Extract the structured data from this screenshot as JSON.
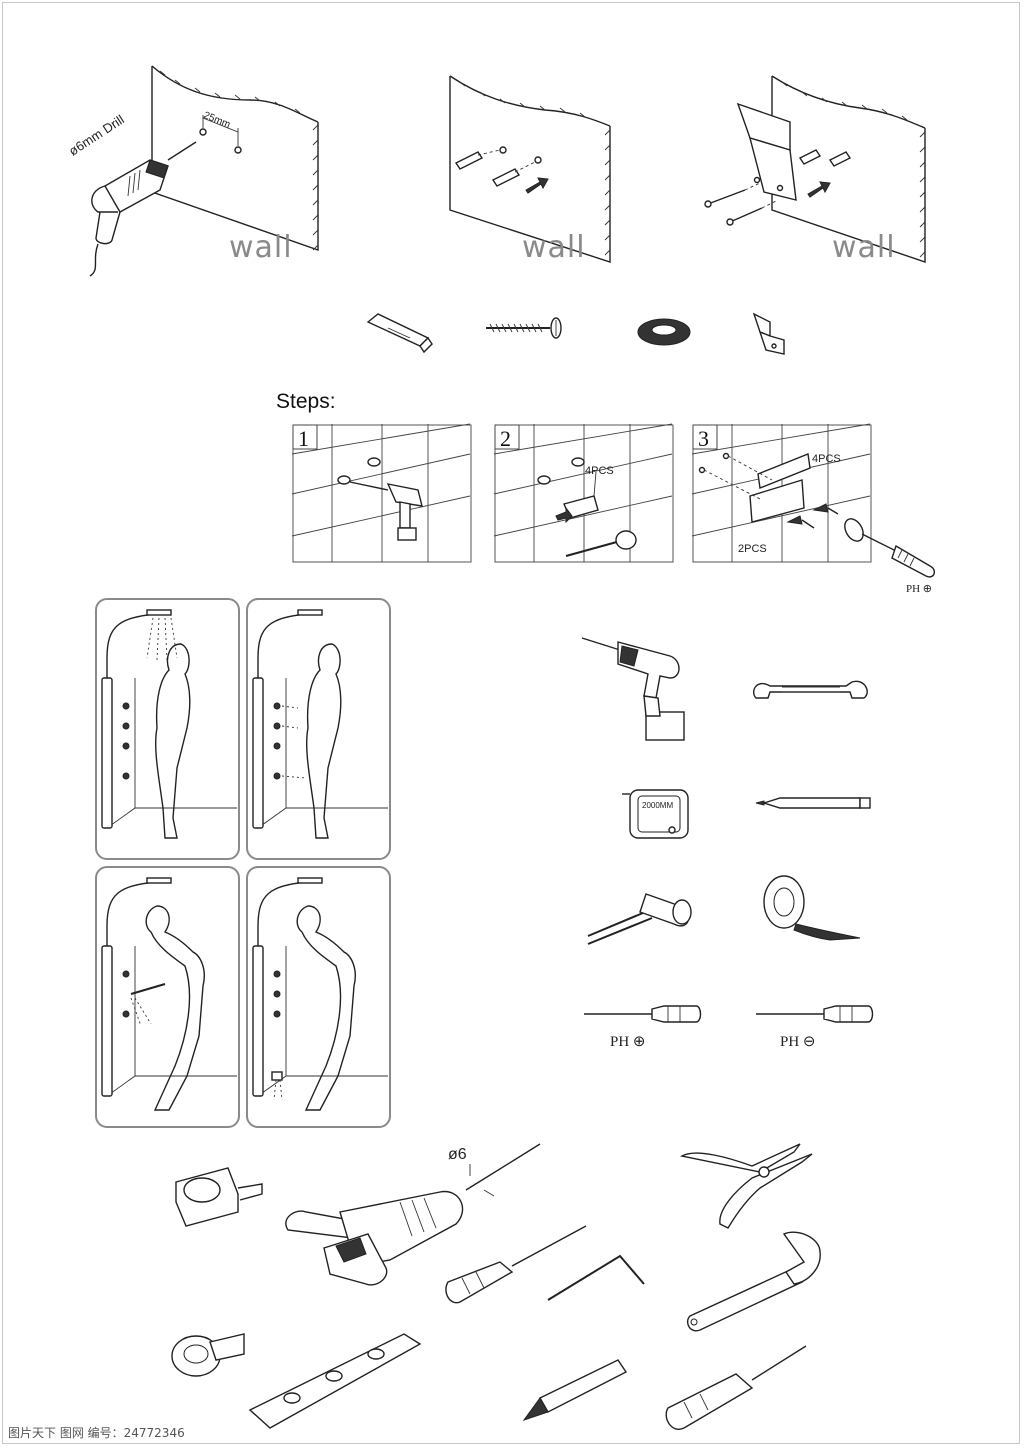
{
  "install": {
    "wall_label": "wall",
    "drill_label": "ø6mm Drill",
    "spacing_label": "25mm"
  },
  "steps": {
    "title": "Steps:",
    "step1": "1",
    "step2": "2",
    "step3": "3",
    "pcs_4": "4PCS",
    "pcs_2": "2PCS",
    "ph_cross": "PH ⊕"
  },
  "tools": {
    "tape_label": "2000MM",
    "ph_cross": "PH ⊕",
    "ph_minus": "PH ⊖",
    "drill_size": "ø6"
  },
  "watermark": "图片天下 图网  编号：24772346"
}
